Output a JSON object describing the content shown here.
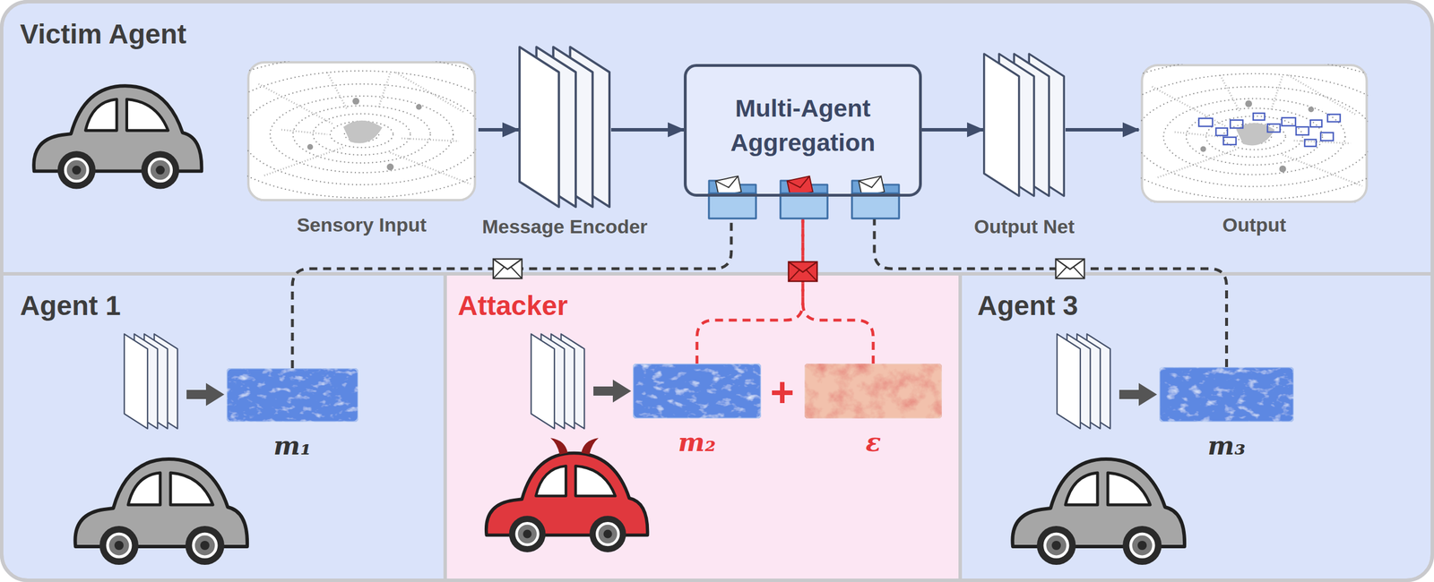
{
  "diagram": {
    "nodes": [
      {
        "text": [
          "Victim Agent"
        ]
      },
      {
        "text": [
          "Sensory Input"
        ],
        "in": 0
      },
      {
        "text": [
          "Message Encoder"
        ],
        "in": 0
      },
      {
        "text": [
          "Multi-Agent Aggregation"
        ],
        "in": 0
      },
      {
        "text": [
          "Output Net"
        ],
        "in": 0
      },
      {
        "text": [
          "Output"
        ],
        "in": 0
      },
      {
        "text": [
          "Agent 1"
        ]
      },
      {
        "text": [
          "m₁"
        ],
        "in": 6
      },
      {
        "text": [
          "Attacker"
        ]
      },
      {
        "text": [
          "m₂"
        ],
        "in": 8
      },
      {
        "text": [
          "ε"
        ],
        "in": 8
      },
      {
        "text": [
          "Agent 3"
        ]
      },
      {
        "text": [
          "m₃"
        ],
        "in": 11
      }
    ],
    "edges": [
      {
        "from": 1,
        "to": 2,
        "arrow": "to"
      },
      {
        "from": 2,
        "to": 3,
        "arrow": "to"
      },
      {
        "from": 3,
        "to": 4,
        "arrow": "to"
      },
      {
        "from": 4,
        "to": 5,
        "arrow": "to"
      },
      {
        "from": 7,
        "to": 3,
        "arrow": "none"
      },
      {
        "from": 9,
        "to": 3,
        "arrow": "none"
      },
      {
        "from": 10,
        "to": 3,
        "arrow": "none"
      },
      {
        "from": 12,
        "to": 3,
        "arrow": "none"
      }
    ],
    "labels": [
      "+"
    ]
  }
}
